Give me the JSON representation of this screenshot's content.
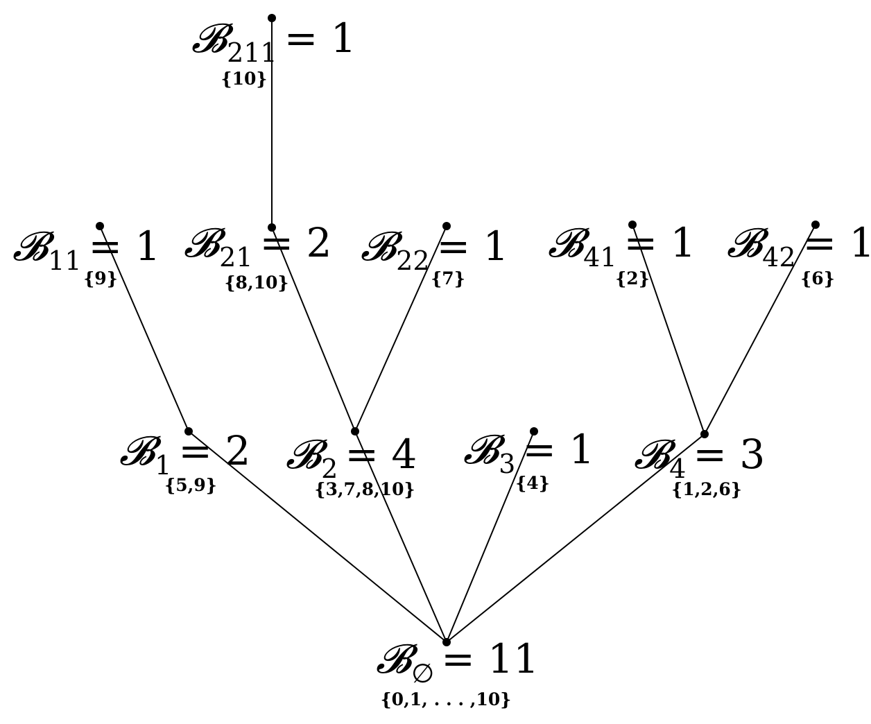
{
  "tree": {
    "nodes": [
      {
        "id": "root",
        "symbol": "𝓑",
        "subscript": "∅",
        "value_text": "= 11",
        "set": "{0,1, . . . ,10}"
      },
      {
        "id": "b1",
        "symbol": "𝓑",
        "subscript": "1",
        "value_text": "= 2",
        "set": "{5,9}"
      },
      {
        "id": "b2",
        "symbol": "𝓑",
        "subscript": "2",
        "value_text": "= 4",
        "set": "{3,7,8,10}"
      },
      {
        "id": "b3",
        "symbol": "𝓑",
        "subscript": "3",
        "value_text": "= 1",
        "set": "{4}"
      },
      {
        "id": "b4",
        "symbol": "𝓑",
        "subscript": "4",
        "value_text": "= 3",
        "set": "{1,2,6}"
      },
      {
        "id": "b11",
        "symbol": "𝓑",
        "subscript": "11",
        "value_text": "= 1",
        "set": "{9}"
      },
      {
        "id": "b21",
        "symbol": "𝓑",
        "subscript": "21",
        "value_text": "= 2",
        "set": "{8,10}"
      },
      {
        "id": "b22",
        "symbol": "𝓑",
        "subscript": "22",
        "value_text": "= 1",
        "set": "{7}"
      },
      {
        "id": "b41",
        "symbol": "𝓑",
        "subscript": "41",
        "value_text": "= 1",
        "set": "{2}"
      },
      {
        "id": "b42",
        "symbol": "𝓑",
        "subscript": "42",
        "value_text": "= 1",
        "set": "{6}"
      },
      {
        "id": "b211",
        "symbol": "𝓑",
        "subscript": "211",
        "value_text": "= 1",
        "set": "{10}"
      }
    ],
    "edges": [
      [
        "root",
        "b1"
      ],
      [
        "root",
        "b2"
      ],
      [
        "root",
        "b3"
      ],
      [
        "root",
        "b4"
      ],
      [
        "b1",
        "b11"
      ],
      [
        "b2",
        "b21"
      ],
      [
        "b2",
        "b22"
      ],
      [
        "b4",
        "b41"
      ],
      [
        "b4",
        "b42"
      ],
      [
        "b21",
        "b211"
      ]
    ]
  }
}
